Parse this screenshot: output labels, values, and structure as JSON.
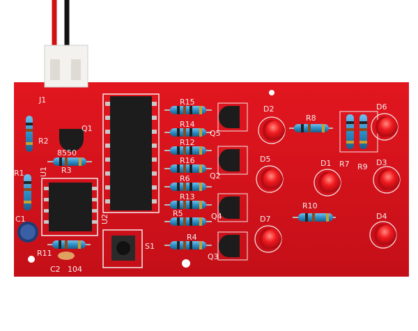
{
  "board": {
    "pcb_color": "#d8141c",
    "silkscreen_color": "#f4ecec",
    "resistor_body_color": "#2d8fc7",
    "led_color": "#e8141a",
    "chip_color": "#1c1c1c"
  },
  "labels": {
    "j1": "J1",
    "q1": "Q1",
    "q1_part": "8550",
    "r1": "R1",
    "r2": "R2",
    "r3": "R3",
    "u1": "U1",
    "c1": "C1",
    "r11": "R11",
    "c2": "C2",
    "c2_value": "104",
    "u2": "U2",
    "s1": "S1",
    "r15": "R15",
    "r14": "R14",
    "r12": "R12",
    "r16": "R16",
    "r6": "R6",
    "r13": "R13",
    "r5": "R5",
    "r4": "R4",
    "q5": "Q5",
    "q2": "Q2",
    "q4": "Q4",
    "q3": "Q3",
    "d2": "D2",
    "d5": "D5",
    "d7": "D7",
    "r8": "R8",
    "d1": "D1",
    "r7": "R7",
    "r9": "R9",
    "d6": "D6",
    "d3": "D3",
    "d4": "D4",
    "r10": "R10"
  }
}
